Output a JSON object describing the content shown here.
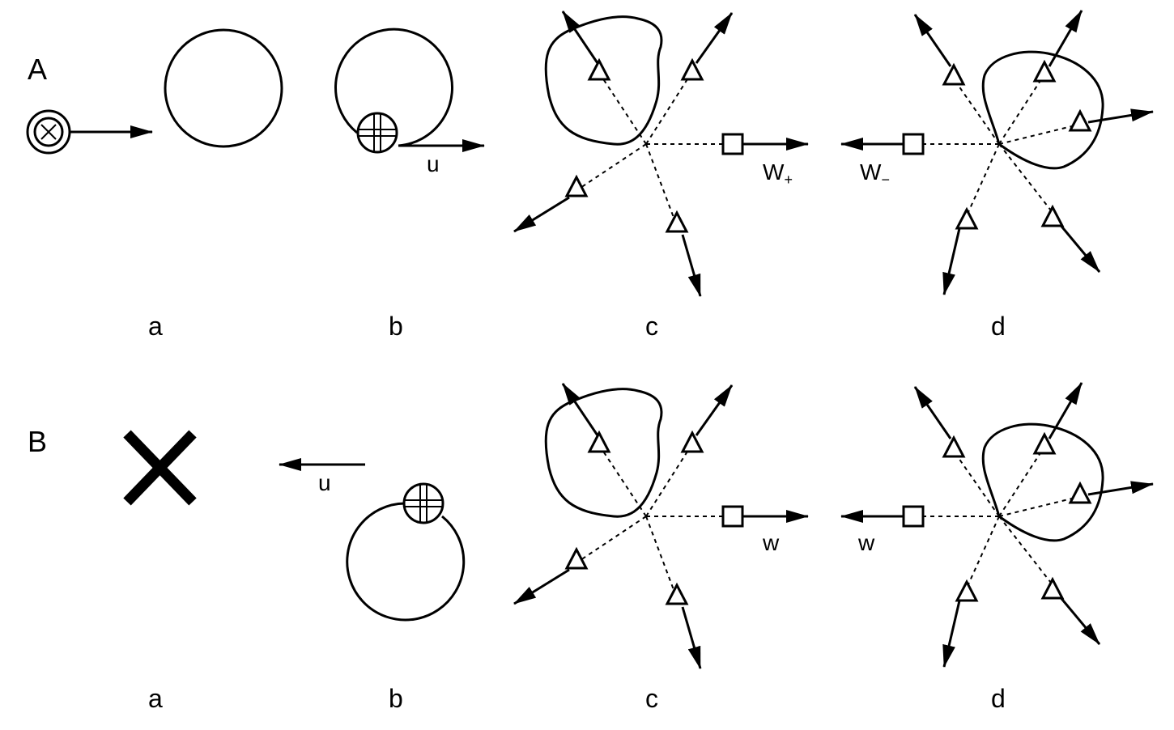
{
  "rows": [
    {
      "label": "A",
      "panel_labels": [
        "a",
        "b",
        "c",
        "d"
      ],
      "var_u": "u",
      "var_c": "W",
      "var_c_sub": "+",
      "var_d": "W",
      "var_d_sub": "−"
    },
    {
      "label": "B",
      "panel_labels": [
        "a",
        "b",
        "c",
        "d"
      ],
      "var_u": "u",
      "var_c": "w",
      "var_c_sub": "",
      "var_d": "w",
      "var_d_sub": ""
    }
  ],
  "icons": {
    "source_symbol": "circled-cross-icon",
    "blocked_symbol": "x-cross-icon",
    "particle": "triangle-icon",
    "boson": "square-icon",
    "nucleus": "hashed-circle-icon"
  },
  "colors": {
    "ink": "#000000",
    "background": "#ffffff"
  }
}
